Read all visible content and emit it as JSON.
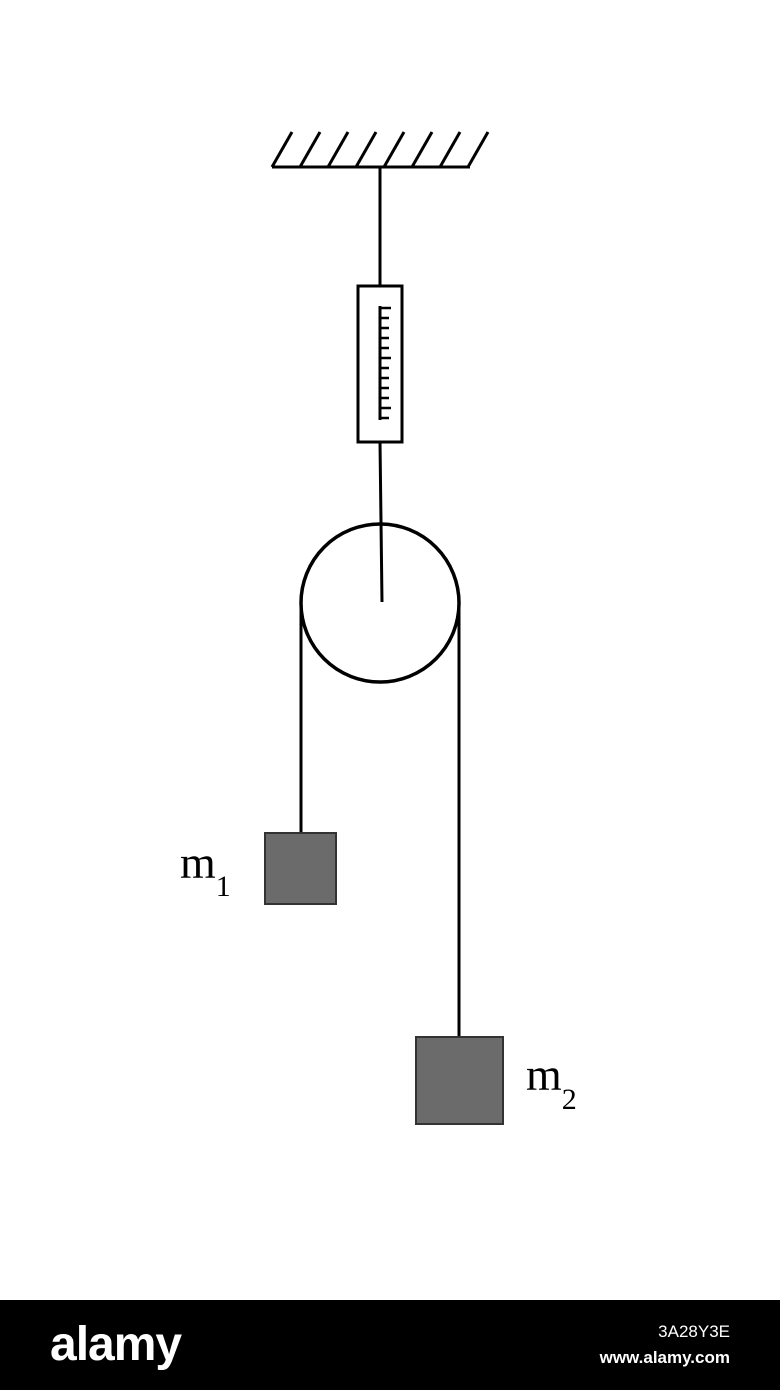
{
  "diagram": {
    "mass_1_label": {
      "main": "m",
      "sub": "1"
    },
    "mass_2_label": {
      "main": "m",
      "sub": "2"
    },
    "colors": {
      "line": "#000000",
      "mass_fill": "#6b6b6b",
      "mass_stroke": "#333333",
      "background": "#ffffff"
    }
  },
  "footer": {
    "brand": "alamy",
    "image_id": "3A28Y3E",
    "url": "www.alamy.com",
    "background": "#000000"
  }
}
